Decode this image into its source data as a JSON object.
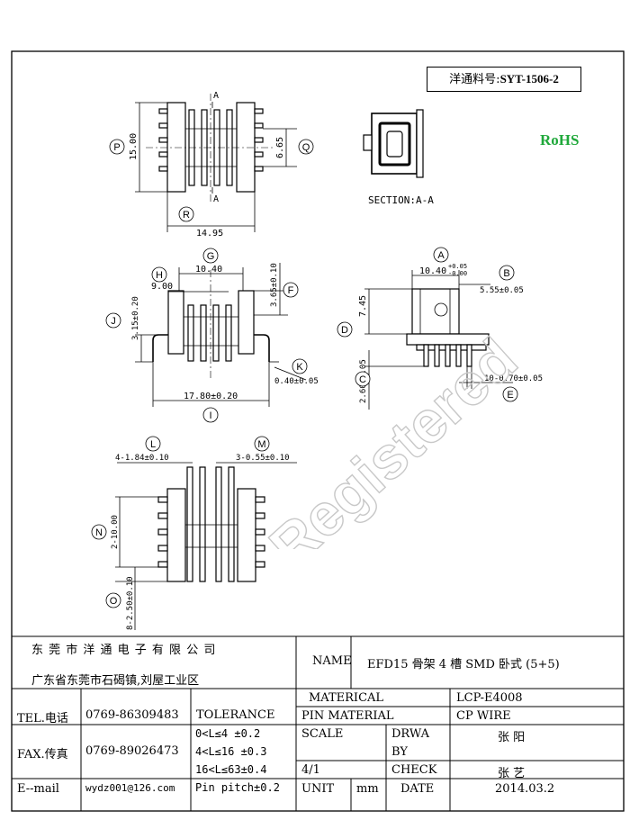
{
  "part_number": {
    "label": "洋通料号:",
    "value": "SYT-1506-2"
  },
  "rohs": "RoHS",
  "watermark": "Registered",
  "section_label": "SECTION:A-A",
  "section_markers": [
    "A",
    "A"
  ],
  "dimensions": {
    "top_view": {
      "P": "15.00",
      "Q": "6.65",
      "R": "14.95"
    },
    "front_view": {
      "G": "10.40",
      "H": "9.00",
      "F": "3.65±0.10",
      "J": "3.15±0.20",
      "K": "0.40±0.05",
      "I": "17.80±0.20"
    },
    "side_view": {
      "A_value": "10.40",
      "A_tol_upper": "+0.05",
      "A_tol_lower": "-0.00",
      "B": "5.55±0.05",
      "D": "7.45",
      "C": "2.60±0.05",
      "E": "10-0.70±0.05"
    },
    "bottom_view": {
      "L": "4-1.84±0.10",
      "M": "3-0.55±0.10",
      "N": "2-10.00",
      "O": "8-2.50±0.10"
    }
  },
  "balloons": {
    "P": "P",
    "Q": "Q",
    "R": "R",
    "G": "G",
    "H": "H",
    "F": "F",
    "J": "J",
    "K": "K",
    "I": "I",
    "A": "A",
    "B": "B",
    "D": "D",
    "C": "C",
    "E": "E",
    "L": "L",
    "M": "M",
    "N": "N",
    "O": "O"
  },
  "title_block": {
    "company": "东 莞 市 洋 通 电 子 有 限 公 司",
    "address": "广东省东莞市石碣镇,刘屋工业区",
    "tel_label": "TEL.电话",
    "tel": "0769-86309483",
    "fax_label": "FAX.传真",
    "fax": "0769-89026473",
    "email_label": "E--mail",
    "email": "wydz001@126.com",
    "tolerance_label": "TOLERANCE",
    "tolerance_rows": [
      "0<L≤4   ±0.2",
      "4<L≤16  ±0.3",
      "16<L≤63±0.4",
      "Pin pitch±0.2"
    ],
    "name_label": "NAME",
    "name_value": "EFD15 骨架 4 槽 SMD 卧式 (5+5)",
    "material_label": "MATERICAL",
    "material_value": "LCP-E4008",
    "pin_material_label": "PIN MATERIAL",
    "pin_material_value": "CP WIRE",
    "scale_label": "SCALE",
    "scale_value": "4/1",
    "drawn_label_1": "DRWA",
    "drawn_label_2": "BY",
    "drawn_value": "张 阳",
    "check_label": "CHECK",
    "check_value": "张 艺",
    "unit_label": "UNIT",
    "unit_value": "mm",
    "date_label": "DATE",
    "date_value": "2014.03.2"
  }
}
